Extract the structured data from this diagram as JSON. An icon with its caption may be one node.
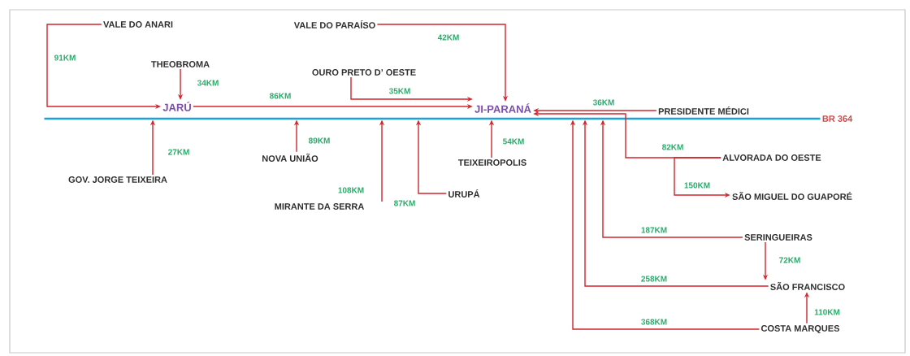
{
  "diagram": {
    "nodes": [
      {
        "text": [
          "VALE DO ANARI"
        ]
      },
      {
        "text": [
          "VALE DO PARAÍSO"
        ]
      },
      {
        "text": [
          "THEOBROMA"
        ]
      },
      {
        "text": [
          "OURO PRETO D’ OESTE"
        ]
      },
      {
        "text": [
          "JARÚ"
        ]
      },
      {
        "text": [
          "JI-PARANÁ"
        ]
      },
      {
        "text": [
          "PRESIDENTE MÉDICI"
        ]
      },
      {
        "text": [
          "BR 364"
        ]
      },
      {
        "text": [
          "NOVA UNIÃO"
        ]
      },
      {
        "text": [
          "ALVORADA DO OESTE"
        ]
      },
      {
        "text": [
          "TEIXEIROPOLIS"
        ]
      },
      {
        "text": [
          "GOV. JORGE TEIXEIRA"
        ]
      },
      {
        "text": [
          "URUPÁ"
        ]
      },
      {
        "text": [
          "MIRANTE DA SERRA"
        ]
      },
      {
        "text": [
          "SÃO MIGUEL DO GUAPORÉ"
        ]
      },
      {
        "text": [
          "SERINGUEIRAS"
        ]
      },
      {
        "text": [
          "SÃO FRANCISCO"
        ]
      },
      {
        "text": [
          "COSTA MARQUES"
        ]
      }
    ],
    "edges": [
      {
        "from": 0,
        "to": 4,
        "arrow": "to",
        "label": "91KM"
      },
      {
        "from": 1,
        "to": 5,
        "arrow": "to",
        "label": "42KM"
      },
      {
        "from": 2,
        "to": 4,
        "arrow": "to",
        "label": "34KM"
      },
      {
        "from": 4,
        "to": 5,
        "arrow": "to",
        "label": "86KM"
      },
      {
        "from": 3,
        "to": 5,
        "arrow": "to",
        "label": "35KM"
      },
      {
        "from": 6,
        "to": 5,
        "arrow": "to",
        "label": "36KM"
      },
      {
        "from": 11,
        "to": 7,
        "arrow": "to",
        "label": "27KM"
      },
      {
        "from": 8,
        "to": 7,
        "arrow": "to",
        "label": "89KM"
      },
      {
        "from": 13,
        "to": 7,
        "arrow": "to",
        "label": "108KM"
      },
      {
        "from": 12,
        "to": 7,
        "arrow": "to",
        "label": "87KM"
      },
      {
        "from": 10,
        "to": 7,
        "arrow": "to",
        "label": "54KM"
      },
      {
        "from": 9,
        "to": 5,
        "arrow": "to",
        "label": "82KM"
      },
      {
        "from": 9,
        "to": 14,
        "arrow": "to",
        "label": "150KM"
      },
      {
        "from": 15,
        "to": 7,
        "arrow": "to",
        "label": "187KM"
      },
      {
        "from": 16,
        "to": 7,
        "arrow": "to",
        "label": "258KM"
      },
      {
        "from": 17,
        "to": 7,
        "arrow": "to",
        "label": "368KM"
      },
      {
        "from": 15,
        "to": 16,
        "arrow": "to",
        "label": "72KM"
      },
      {
        "from": 17,
        "to": 16,
        "arrow": "to",
        "label": "110KM"
      }
    ]
  }
}
